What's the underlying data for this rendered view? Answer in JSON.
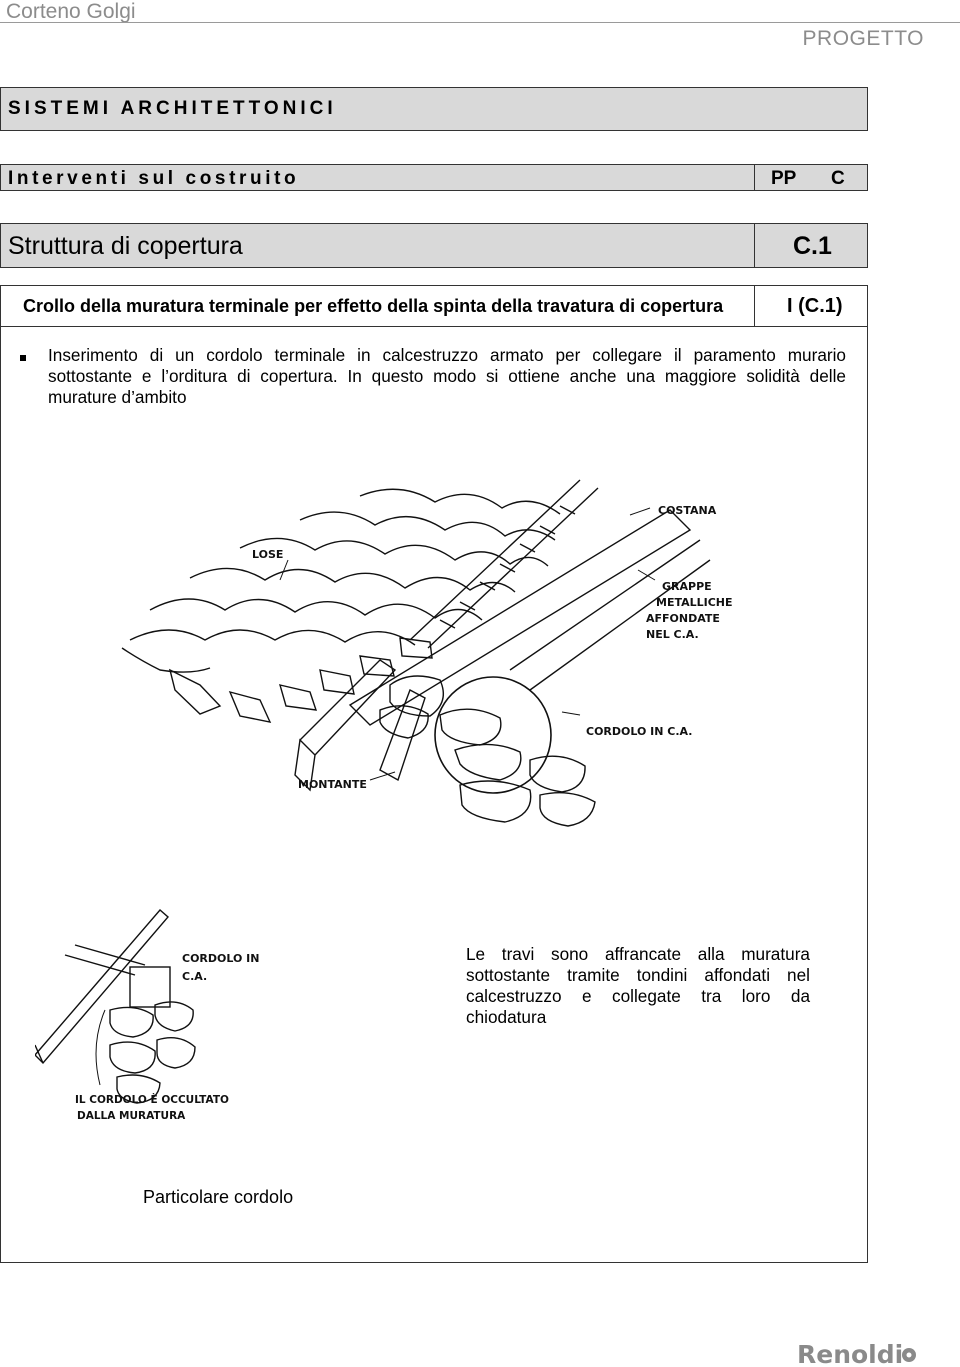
{
  "header": {
    "left": "Corteno Golgi",
    "right": "PROGETTO"
  },
  "section_bar": {
    "title": "SISTEMI ARCHITETTONICI"
  },
  "subsection_bar": {
    "title": "Interventi sul costruito",
    "code1": "PP",
    "code2": "C"
  },
  "topic_bar": {
    "title": "Struttura di copertura",
    "code": "C.1"
  },
  "issue_bar": {
    "title": "Crollo della muratura terminale per effetto della spinta della travatura di copertura",
    "code": "I (C.1)"
  },
  "body": {
    "paragraph": "Inserimento di un cordolo terminale in calcestruzzo armato per collegare il paramento murario sottostante e l’orditura di copertura. In questo modo si ottiene anche una maggiore solidità delle murature d’ambito"
  },
  "main_drawing": {
    "labels": {
      "costana": "COSTANA",
      "lose": "LOSE",
      "grappe_1": "GRAPPE",
      "grappe_2": "METALLICHE",
      "grappe_3": "AFFONDATE",
      "grappe_4": "NEL C.A.",
      "cordolo": "CORDOLO IN C.A.",
      "montante": "MONTANTE"
    }
  },
  "detail_drawing": {
    "labels": {
      "cordolo_1": "CORDOLO IN",
      "cordolo_2": "C.A.",
      "occultato_1": "IL CORDOLO È OCCULTATO",
      "occultato_2": "DALLA MURATURA"
    }
  },
  "side_note": "Le travi sono affrancate alla muratura sottostante tramite tondini affondati nel calcestruzzo e collegate tra loro da chiodatura",
  "caption": "Particolare cordolo",
  "footer": {
    "logo_text": "Renoldi"
  },
  "colors": {
    "bar_fill": "#d9d9d9",
    "header_text": "#8c8c8c",
    "logo": "#8a8a8a"
  }
}
